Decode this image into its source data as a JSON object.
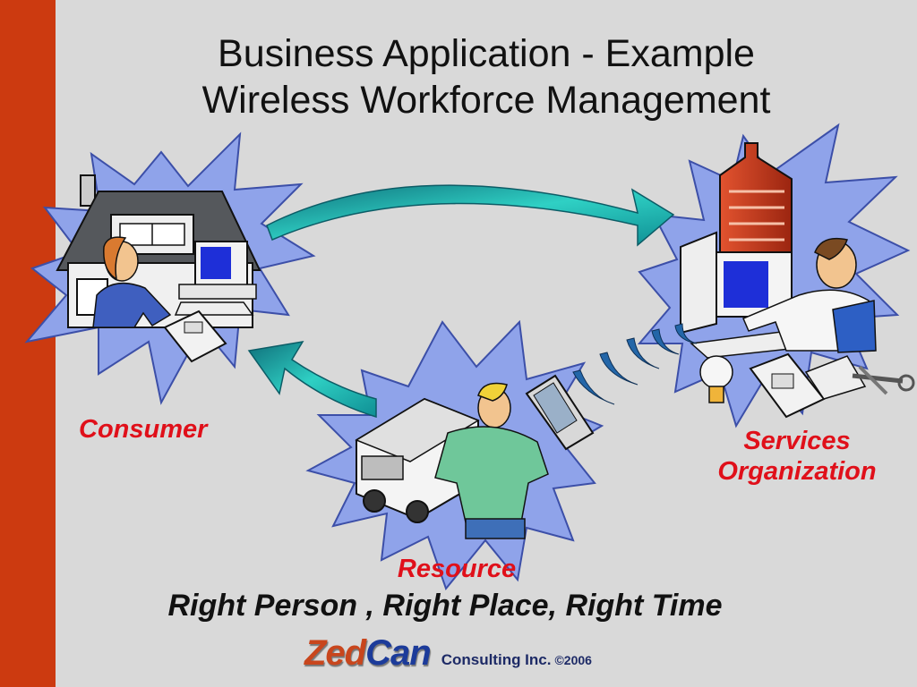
{
  "title": {
    "line1": "Business Application - Example",
    "line2": "Wireless Workforce Management"
  },
  "nodes": {
    "consumer": "Consumer",
    "services_line1": "Services",
    "services_line2": "Organization",
    "resource": "Resource"
  },
  "tagline": "Right Person , Right Place, Right Time",
  "footer": {
    "logo_part1": "Zed",
    "logo_part2": "Can",
    "company": "Consulting Inc.",
    "copyright": "©2006"
  },
  "colors": {
    "side_bar": "#cc3a10",
    "background": "#d9d9d9",
    "burst": "#8fa3ea",
    "arrow": "#1fb8b0",
    "label_red": "#e0101a",
    "building": "#c8321c"
  },
  "icons": [
    "house-icon",
    "consumer-person-icon",
    "computer-icon",
    "telephone-icon",
    "office-building-icon",
    "worker-person-icon",
    "delivery-van-icon",
    "technician-icon",
    "handheld-device-icon",
    "wireless-signal-icon",
    "lightbulb-icon",
    "fax-icon",
    "tools-icon",
    "arrow-icon"
  ]
}
